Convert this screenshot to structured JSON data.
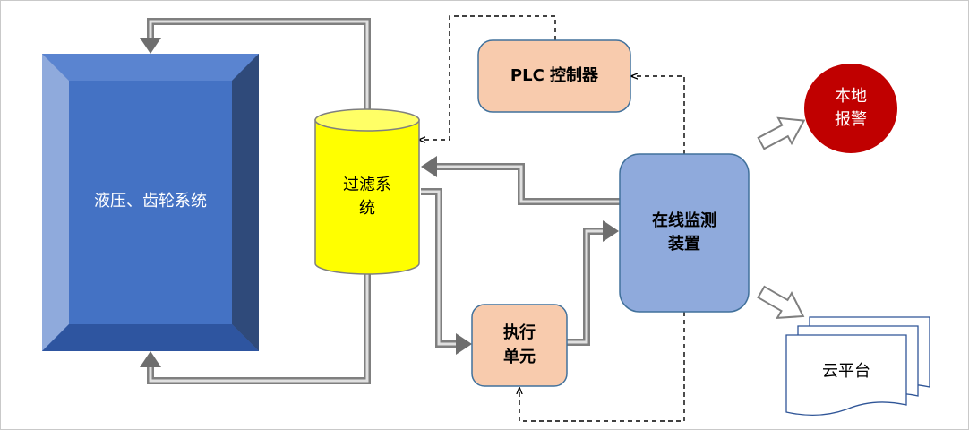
{
  "nodes": {
    "hydraulic": "液压、齿轮系统",
    "filter": "过滤系\n统",
    "plc": "PLC 控制器",
    "monitor": "在线监测\n装置",
    "actuator": "执行\n单元",
    "alarm": "本地\n报警",
    "cloud": "云平台"
  },
  "colors": {
    "hydraulic_fill": "#4472c4",
    "filter_fill": "#ffff00",
    "plc_fill": "#f8cbad",
    "monitor_fill": "#8faadc",
    "alarm_fill": "#c00000",
    "pipe": "#7f7f7f"
  }
}
